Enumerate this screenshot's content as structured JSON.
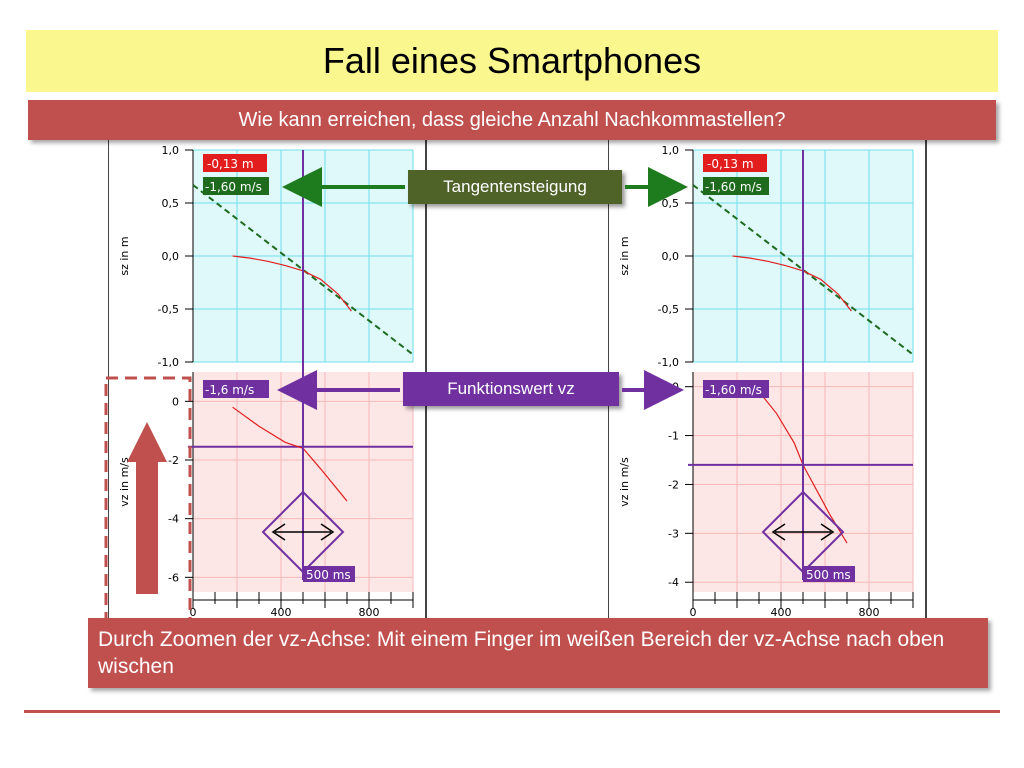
{
  "slide": {
    "title": "Fall eines Smartphones",
    "question": "Wie kann erreichen, dass gleiche Anzahl Nachkommastellen?",
    "callout_tangent": "Tangentensteigung",
    "callout_function": "Funktionswert vz",
    "bottom_text": "Durch Zoomen der vz-Achse: Mit einem Finger im weißen Bereich der vz-Achse nach oben wischen",
    "colors": {
      "title_bg": "#fbf78f",
      "accent_red": "#c0504d",
      "green": "#4f6228",
      "purple": "#7030a0",
      "plot_top_bg": "#dff8fa",
      "plot_bottom_bg": "#fde6e6"
    }
  },
  "chart_data": [
    {
      "type": "line",
      "screen": "left",
      "upper_plot": {
        "ylabel": "sz in m",
        "ylim": [
          -1.0,
          1.0
        ],
        "yticks": [
          "1,0",
          "0,5",
          "0,0",
          "-0,5",
          "-1,0"
        ],
        "readout_position": "-0,13 m",
        "readout_slope": "-1,60 m/s",
        "series": [
          {
            "x": [
              180,
              260,
              340,
              420,
              500,
              580,
              660,
              720
            ],
            "y": [
              0.0,
              -0.02,
              -0.05,
              -0.09,
              -0.14,
              -0.22,
              -0.36,
              -0.52
            ]
          }
        ],
        "tangent": {
          "x": [
            0,
            1000
          ],
          "y": [
            0.67,
            -0.93
          ]
        }
      },
      "lower_plot": {
        "ylabel": "vz in m/s",
        "ylim": [
          -6.5,
          1.0
        ],
        "yticks": [
          "0",
          "-2",
          "-4",
          "-6"
        ],
        "readout": "-1,6 m/s",
        "series": [
          {
            "x": [
              180,
              300,
              420,
              500,
              580,
              700
            ],
            "y": [
              -0.2,
              -0.85,
              -1.4,
              -1.6,
              -2.3,
              -3.4
            ]
          }
        ],
        "hline": -1.55
      },
      "xlim": [
        0,
        1000
      ],
      "xticks": [
        "0",
        "400",
        "800"
      ],
      "cursor_x": 500,
      "cursor_label": "500 ms"
    },
    {
      "type": "line",
      "screen": "right",
      "upper_plot": {
        "ylabel": "sz in m",
        "ylim": [
          -1.0,
          1.0
        ],
        "yticks": [
          "1,0",
          "0,5",
          "0,0",
          "-0,5",
          "-1,0"
        ],
        "readout_position": "-0,13 m",
        "readout_slope": "-1,60 m/s",
        "series": [
          {
            "x": [
              180,
              260,
              340,
              420,
              500,
              580,
              660,
              720
            ],
            "y": [
              0.0,
              -0.02,
              -0.05,
              -0.09,
              -0.14,
              -0.22,
              -0.36,
              -0.52
            ]
          }
        ],
        "tangent": {
          "x": [
            0,
            1000
          ],
          "y": [
            0.67,
            -0.93
          ]
        }
      },
      "lower_plot": {
        "ylabel": "vz in m/s",
        "ylim": [
          -4.2,
          0.3
        ],
        "yticks": [
          "0",
          "-1",
          "-2",
          "-3",
          "-4"
        ],
        "readout": "-1,60 m/s",
        "series": [
          {
            "x": [
              300,
              380,
              460,
              500,
              560,
              620,
              700
            ],
            "y": [
              -0.1,
              -0.55,
              -1.15,
              -1.6,
              -2.1,
              -2.6,
              -3.2
            ]
          }
        ],
        "hline": -1.6
      },
      "xlim": [
        0,
        1000
      ],
      "xticks": [
        "0",
        "400",
        "800"
      ],
      "cursor_x": 500,
      "cursor_label": "500 ms"
    }
  ]
}
